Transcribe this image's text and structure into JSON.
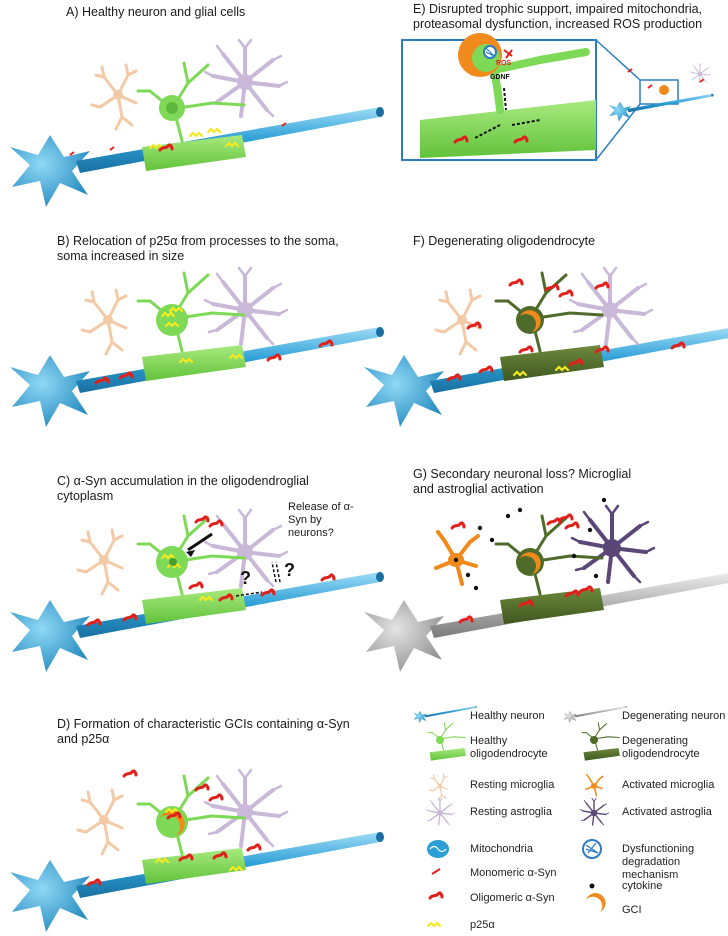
{
  "panels": {
    "A": {
      "title": "A) Healthy  neuron and glial cells"
    },
    "B": {
      "title": "B) Relocation of p25α from processes to the soma, soma increased in size"
    },
    "C": {
      "title": "C) α-Syn accumulation in the oligodendroglial cytoplasm",
      "release": "Release of α-Syn by neurons?",
      "question": "?"
    },
    "D": {
      "title": "D) Formation of characteristic GCIs containing α-Syn and p25α"
    },
    "E": {
      "title": "E) Disrupted trophic support, impaired mitochondria, proteasomal dysfunction, increased ROS production",
      "ros": "ROS",
      "gdnf": "GDNF"
    },
    "F": {
      "title": "F) Degenerating oligodendrocyte"
    },
    "G": {
      "title": "G) Secondary neuronal loss? Microglial and astroglial activation"
    }
  },
  "legend": {
    "healthy_neuron": "Healthy neuron",
    "degenerating_neuron": "Degenerating neuron",
    "healthy_oligo": "Healthy oligodendrocyte",
    "degenerating_oligo": "Degenerating oligodendrocyte",
    "resting_microglia": "Resting microglia",
    "activated_microglia": "Activated microglia",
    "resting_astroglia": "Resting astroglia",
    "activated_astroglia": "Activated astroglia",
    "mitochondria": "Mitochondria",
    "dysfunctioning": "Dysfunctioning degradation mechanism",
    "monomeric": "Monomeric α-Syn",
    "cytokine": "cytokine",
    "oligomeric": "Oligomeric α-Syn",
    "gci": "GCI",
    "p25a": "p25α"
  },
  "colors": {
    "neuron": "#2b9fd6",
    "oligo": "#7ed957",
    "oligo_dark": "#4f6b2a",
    "microglia": "#f4c9a6",
    "microglia_active": "#f08a1c",
    "astroglia": "#c9b8d8",
    "astroglia_active": "#5a4677",
    "syn": "#e0201a",
    "p25": "#f5ea20",
    "grey_neuron": "#a8a8a8"
  }
}
